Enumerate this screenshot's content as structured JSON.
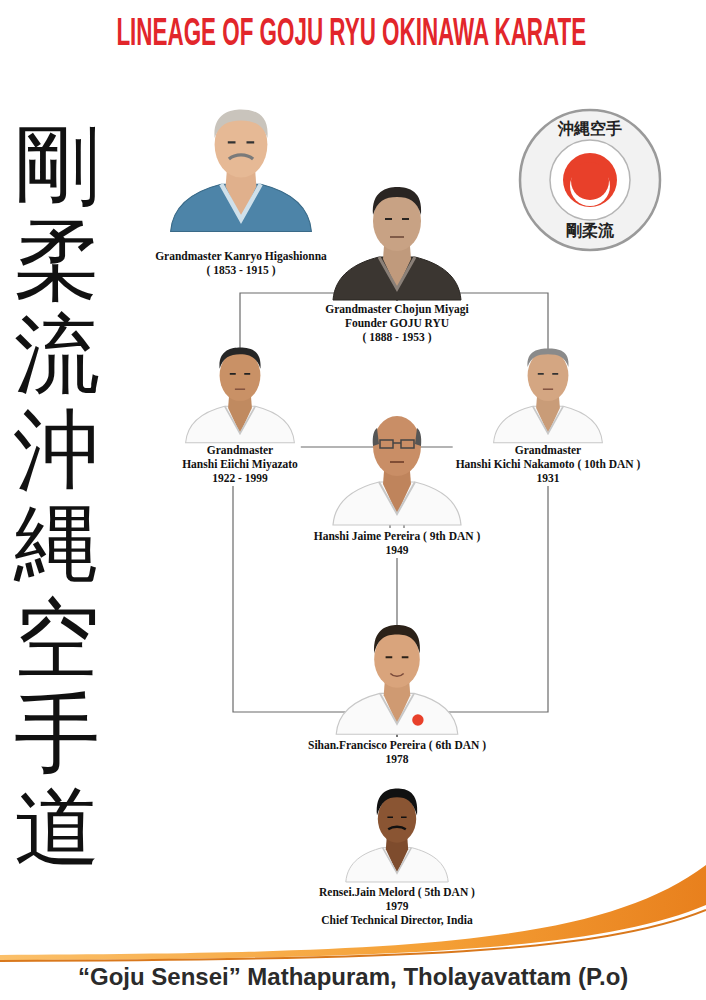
{
  "diagram": {
    "title": "LINEAGE OF GOJU RYU OKINAWA KARATE",
    "nodes": [
      {
        "text": [
          "Grandmaster Kanryo Higashionna",
          "( 1853 - 1915 )"
        ]
      },
      {
        "text": [
          "Grandmaster Chojun Miyagi",
          "Founder GOJU RYU",
          "( 1888 - 1953 )"
        ]
      },
      {
        "text": [
          "Grandmaster",
          "Hanshi Eiichi Miyazato",
          "1922 - 1999"
        ]
      },
      {
        "text": [
          "Grandmaster",
          "Hanshi Kichi Nakamoto ( 10th DAN )",
          "1931"
        ]
      },
      {
        "text": [
          "Hanshi Jaime Pereira ( 9th DAN )",
          "1949"
        ]
      },
      {
        "text": [
          "Sihan.Francisco Pereira ( 6th DAN )",
          "1978"
        ]
      },
      {
        "text": [
          "Rensei.Jain Melord ( 5th DAN )",
          "1979",
          "Chief Technical Director, India"
        ]
      },
      {
        "text": [
          "沖縄空手",
          "剛柔流"
        ]
      }
    ],
    "edges": [
      {
        "from": 1,
        "to": 2,
        "arrow": "none"
      },
      {
        "from": 1,
        "to": 3,
        "arrow": "none"
      },
      {
        "from": 2,
        "to": 4,
        "arrow": "none"
      },
      {
        "from": 3,
        "to": 4,
        "arrow": "none"
      },
      {
        "from": 4,
        "to": 5,
        "arrow": "none"
      },
      {
        "from": 2,
        "to": 5,
        "arrow": "none"
      },
      {
        "from": 3,
        "to": 5,
        "arrow": "none"
      }
    ],
    "labels": [
      "剛柔流沖縄空手道",
      "“Goju Sensei” Mathapuram, Tholayavattam (P.o)"
    ]
  }
}
